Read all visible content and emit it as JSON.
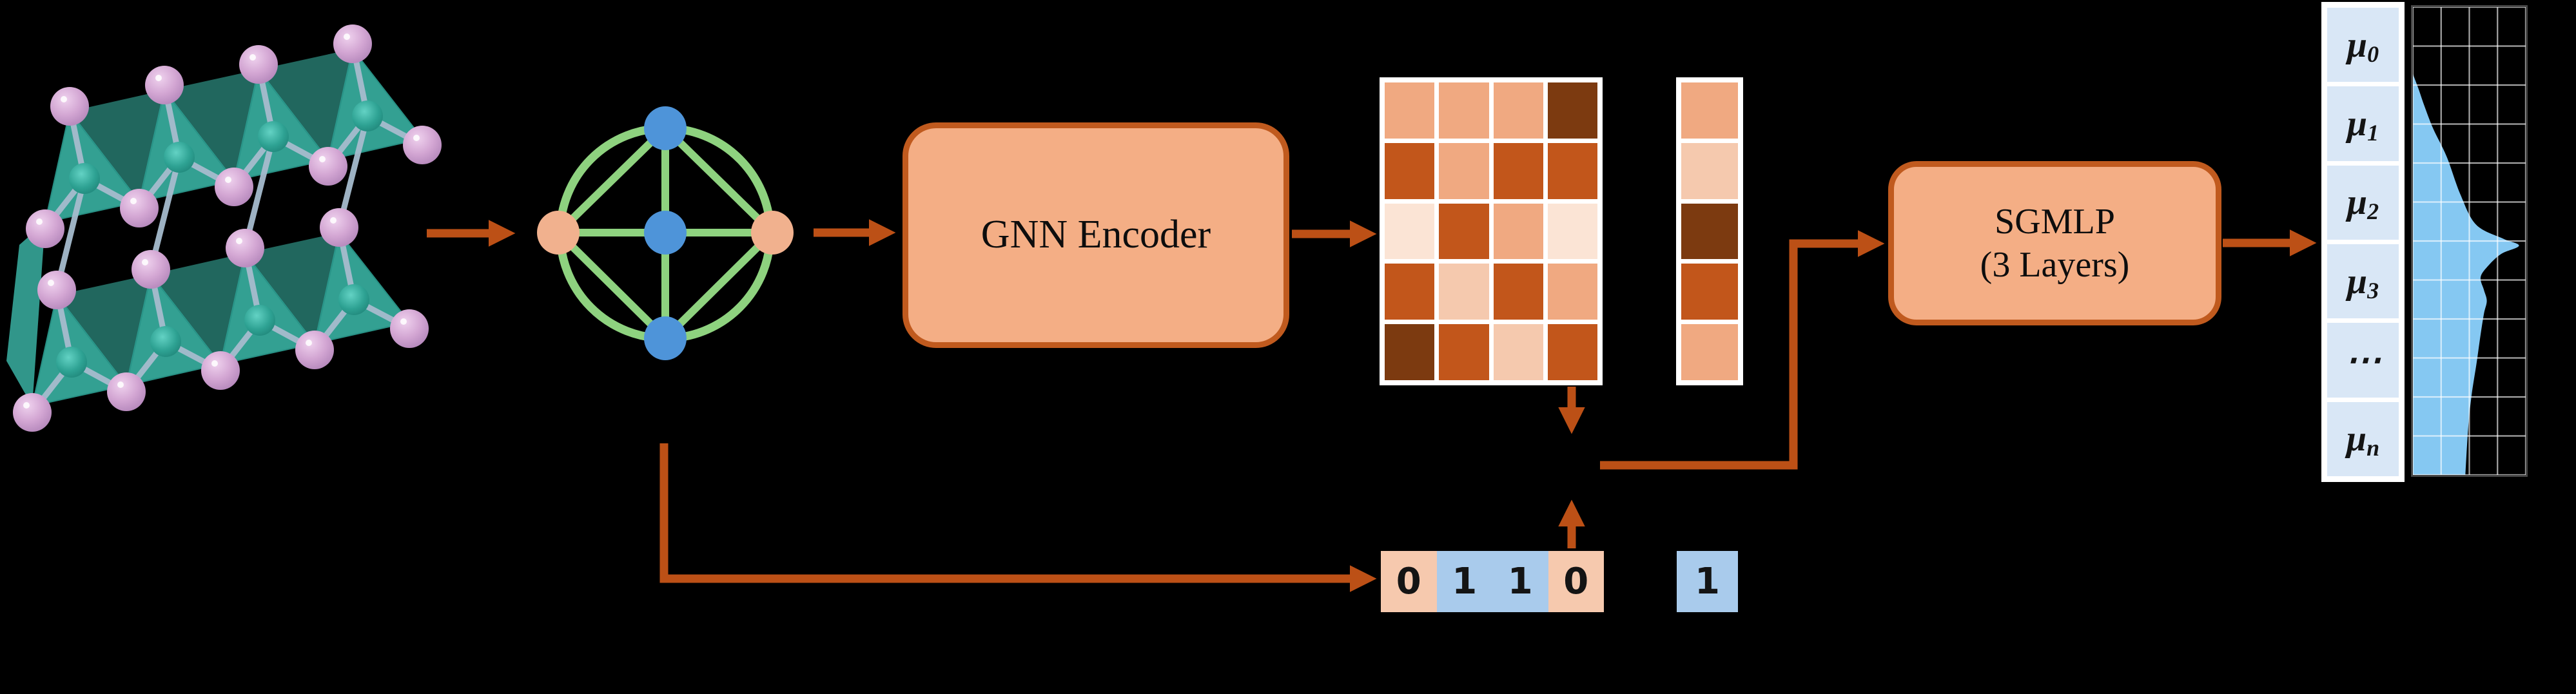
{
  "figure": {
    "background": "#000000",
    "gnn_box": {
      "label": "GNN Encoder"
    },
    "sgmlp_box": {
      "line1": "SGMLP",
      "line2": "(3 Layers)"
    },
    "matrix": {
      "rows": [
        [
          "#F0A981",
          "#F0A981",
          "#F0A981",
          "#7C3A10"
        ],
        [
          "#C2561B",
          "#F0A981",
          "#C2561B",
          "#C2561B"
        ],
        [
          "#FBE4D5",
          "#C2561B",
          "#F0A981",
          "#FBE4D5"
        ],
        [
          "#C2561B",
          "#F5C9AE",
          "#C2561B",
          "#F0A981"
        ],
        [
          "#7C3A10",
          "#C2561B",
          "#F5C9AE",
          "#C2561B"
        ]
      ]
    },
    "pooled_vector": {
      "cells": [
        "#F0A981",
        "#F5C9AE",
        "#7C3A10",
        "#C2561B",
        "#F0A981"
      ]
    },
    "binary_vector": {
      "cells": [
        {
          "label": "0",
          "color": "#F6C9AE"
        },
        {
          "label": "1",
          "color": "#A9CBEC"
        },
        {
          "label": "1",
          "color": "#A9CBEC"
        },
        {
          "label": "0",
          "color": "#F6C9AE"
        }
      ]
    },
    "extra_cell": {
      "label": "1",
      "color": "#A9CBEC"
    },
    "mu_vector": {
      "cell_color": "#D9E7F6",
      "cells": [
        {
          "base": "μ",
          "sub": "0"
        },
        {
          "base": "μ",
          "sub": "1"
        },
        {
          "base": "μ",
          "sub": "2"
        },
        {
          "base": "μ",
          "sub": "3"
        },
        {
          "base": "⋯",
          "sub": ""
        },
        {
          "base": "μ",
          "sub": "n"
        }
      ]
    },
    "colors": {
      "background": "#000000",
      "arrow": "#BC5016",
      "box_fill": "#F4AE85",
      "box_border": "#C05A1E",
      "edge_green": "#8ED27F",
      "node_blue": "#4E94D9",
      "node_salmon": "#F1B18E",
      "mu_cell": "#D9E7F6",
      "plot_fill": "#85C8F2",
      "crystal_sheet": "#3DBCAC",
      "crystal_atom_teal": "#2EA293",
      "crystal_atom_pink": "#D3A6D3",
      "crystal_bond": "#A6BCCE"
    }
  },
  "chart_data": {
    "type": "area",
    "title": "",
    "xlabel": "",
    "ylabel": "",
    "orientation": "horizontal_density_left_anchored",
    "legend": false,
    "grid": {
      "on": true,
      "cols": 4,
      "rows": 12
    },
    "axis_labels_visible": false,
    "profile_t_w": [
      [
        0.143,
        0.0
      ],
      [
        0.175,
        0.05
      ],
      [
        0.21,
        0.1
      ],
      [
        0.26,
        0.18
      ],
      [
        0.32,
        0.3
      ],
      [
        0.4,
        0.42
      ],
      [
        0.465,
        0.56
      ],
      [
        0.495,
        0.8
      ],
      [
        0.51,
        0.94
      ],
      [
        0.528,
        0.78
      ],
      [
        0.555,
        0.66
      ],
      [
        0.578,
        0.6
      ],
      [
        0.605,
        0.63
      ],
      [
        0.628,
        0.655
      ],
      [
        0.655,
        0.63
      ],
      [
        0.7,
        0.6
      ],
      [
        0.76,
        0.565
      ],
      [
        0.83,
        0.52
      ],
      [
        0.9,
        0.49
      ],
      [
        1.0,
        0.465
      ]
    ],
    "note": "sideways density curve of predicted mu values; width fraction w at normalized depth t"
  }
}
